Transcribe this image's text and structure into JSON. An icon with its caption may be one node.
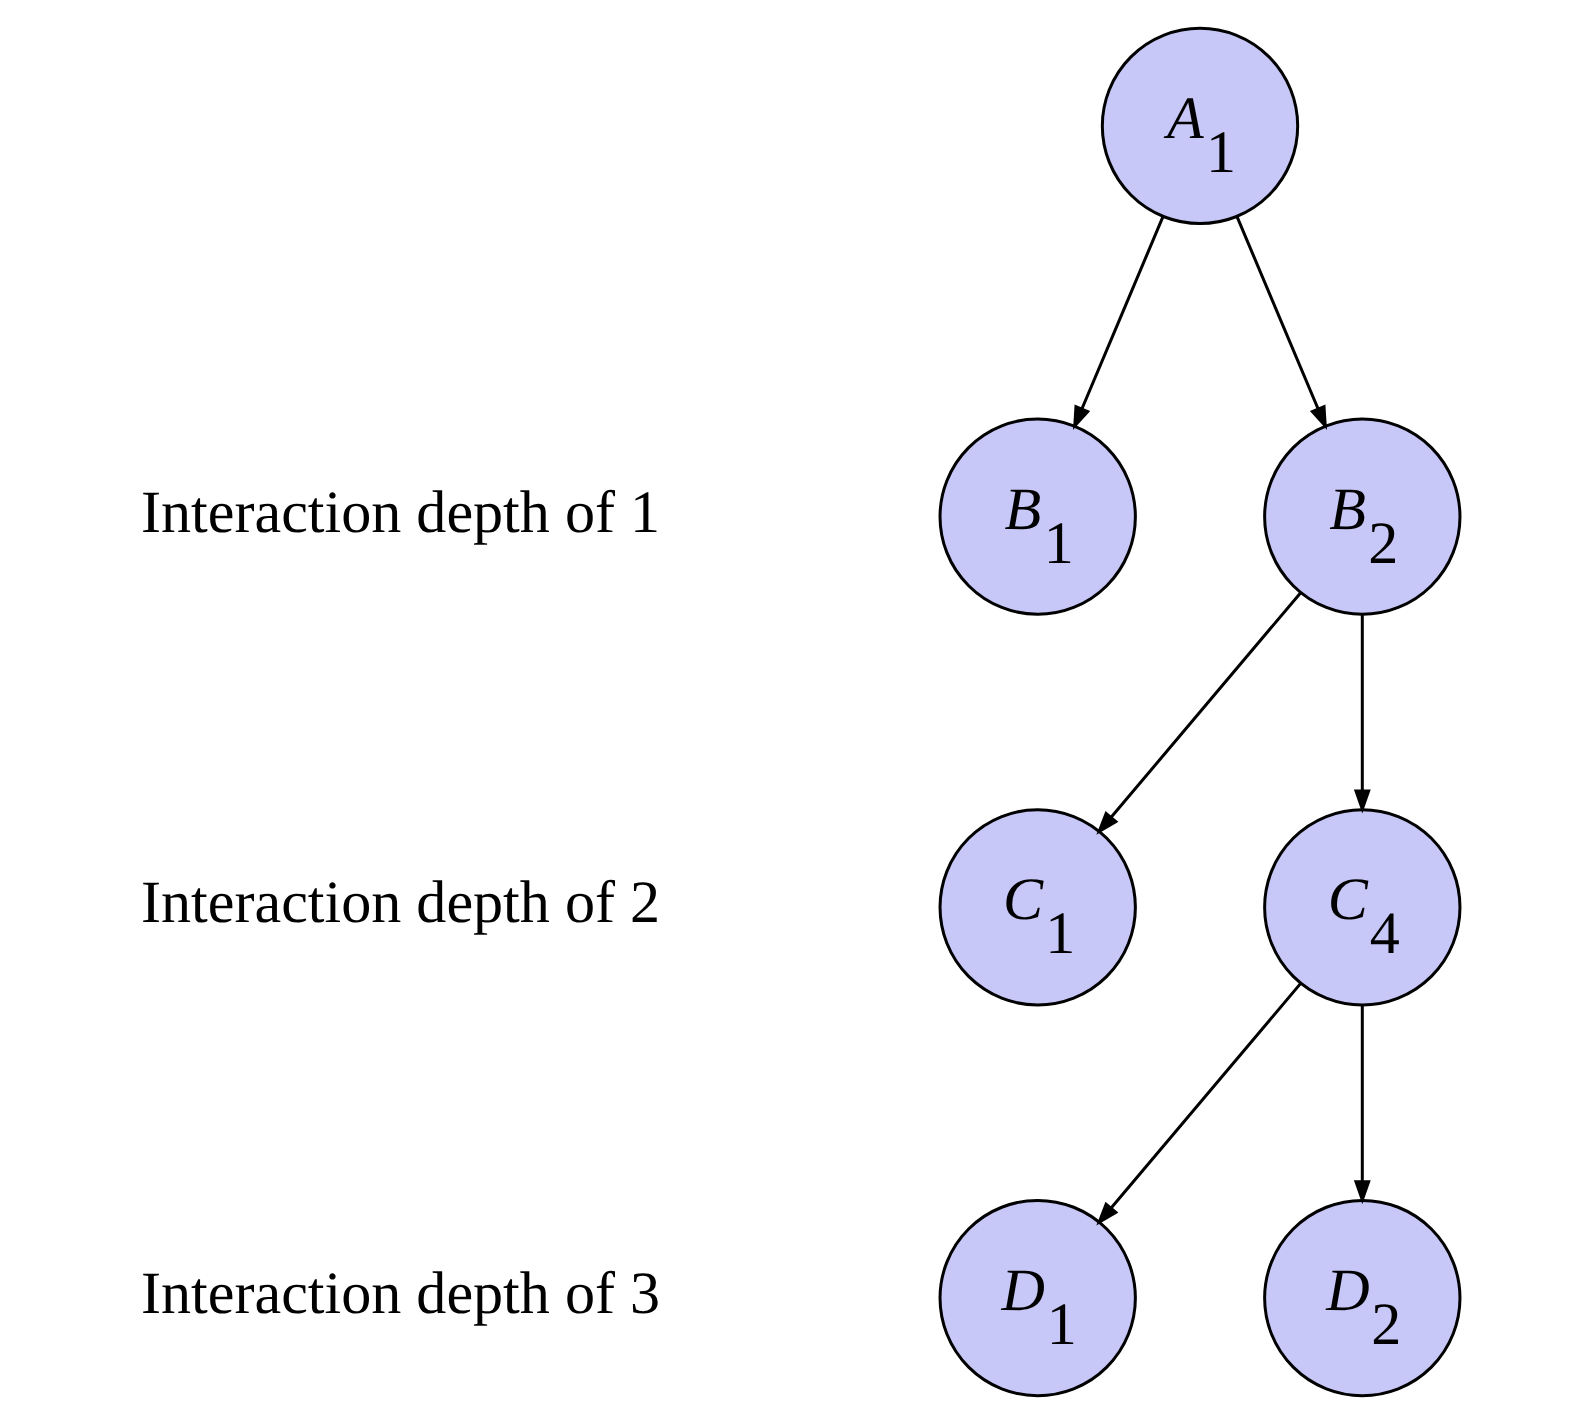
{
  "diagram": {
    "nodes": [
      {
        "text": [
          "*A*$_{1}$"
        ]
      },
      {
        "text": [
          "*B*$_{1}$"
        ]
      },
      {
        "text": [
          "*B*$_{2}$"
        ]
      },
      {
        "text": [
          "*C*$_{1}$"
        ]
      },
      {
        "text": [
          "*C*$_{4}$"
        ]
      },
      {
        "text": [
          "*D*$_{1}$"
        ]
      },
      {
        "text": [
          "*D*$_{2}$"
        ]
      }
    ],
    "edges": [
      {
        "from": 0,
        "to": 1,
        "arrow": "to"
      },
      {
        "from": 0,
        "to": 2,
        "arrow": "to"
      },
      {
        "from": 2,
        "to": 3,
        "arrow": "to"
      },
      {
        "from": 2,
        "to": 4,
        "arrow": "to"
      },
      {
        "from": 4,
        "to": 5,
        "arrow": "to"
      },
      {
        "from": 4,
        "to": 6,
        "arrow": "to"
      }
    ],
    "labels": [
      "Interaction depth of 1",
      "Interaction depth of 2",
      "Interaction depth of 3"
    ]
  }
}
